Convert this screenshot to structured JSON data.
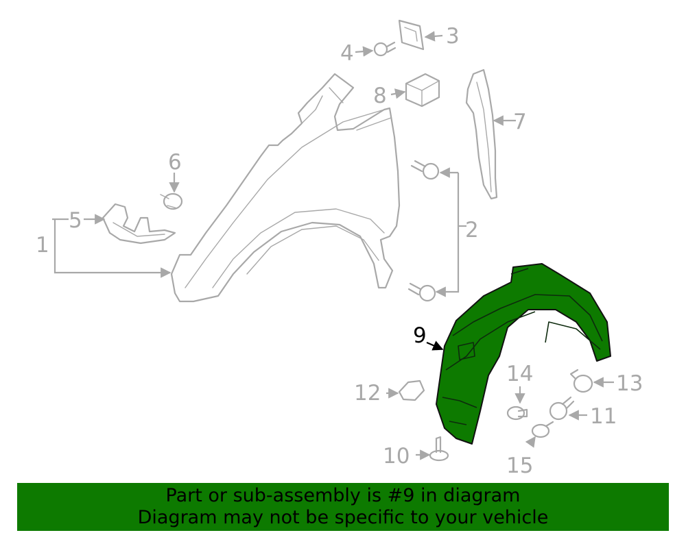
{
  "callouts": {
    "c1": "1",
    "c2": "2",
    "c3": "3",
    "c4": "4",
    "c5": "5",
    "c6": "6",
    "c7": "7",
    "c8": "8",
    "c9": "9",
    "c10": "10",
    "c11": "11",
    "c12": "12",
    "c13": "13",
    "c14": "14",
    "c15": "15"
  },
  "highlight": {
    "part_number": "9",
    "color": "#0d7a00"
  },
  "colors": {
    "line_art": "#a8a8a8",
    "highlight_fill": "#0d7a00",
    "banner_bg": "#0d7a00"
  },
  "banner": {
    "line1": "Part or sub-assembly is #9 in diagram",
    "line2": "Diagram may not be specific to your vehicle"
  }
}
